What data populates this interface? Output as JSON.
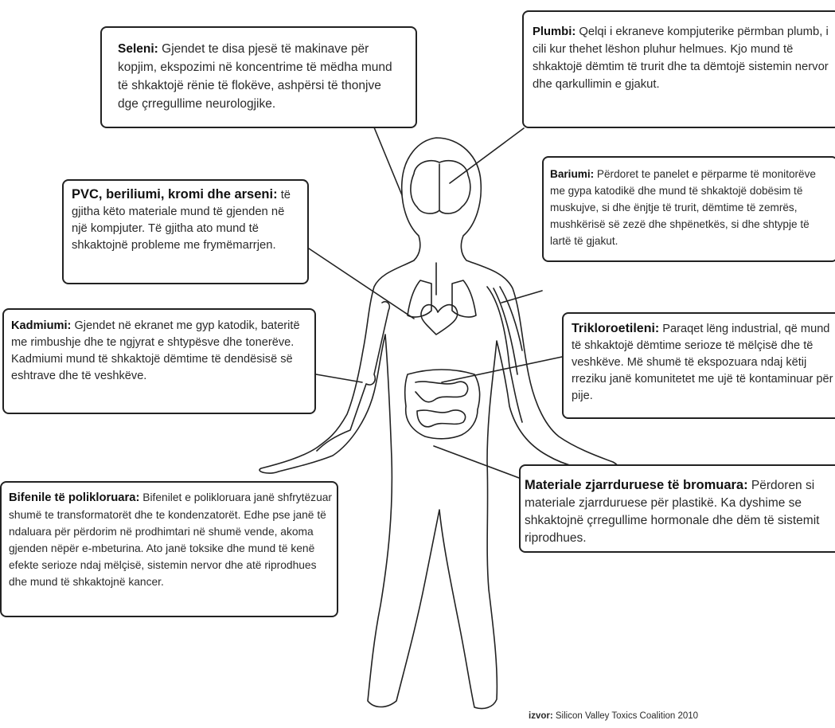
{
  "boxes": {
    "seleni": {
      "heading": "Seleni:",
      "text": " Gjendet te disa pjesë të makinave për kopjim, ekspozimi në koncentrime të mëdha mund të shkaktojë rënie të flokëve, ashpërsi të thonjve dge çrregullime neurologjike."
    },
    "plumbi": {
      "heading": "Plumbi:",
      "text": " Qelqi i ekraneve kompjuterike përmban plumb, i cili kur thehet lëshon pluhur helmues. Kjo mund të shkaktojë dëmtim të trurit dhe ta dëmtojë sistemin nervor dhe qarkullimin e gjakut."
    },
    "bariumi": {
      "heading": "Bariumi:",
      "text": " Përdoret te panelet e përparme të monitorëve me gypa katodikë dhe mund të shkaktojë dobësim të muskujve, si dhe ënjtje të trurit, dëmtime të zemrës, mushkërisë së zezë dhe shpënetkës, si dhe shtypje të lartë të gjakut."
    },
    "pvc": {
      "heading": "PVC, beriliumi, kromi dhe arseni:",
      "text": " të gjitha këto materiale mund të gjenden në një kompjuter. Të gjitha ato mund të shkaktojnë probleme me frymëmarrjen."
    },
    "kadmiumi": {
      "heading": "Kadmiumi:",
      "text": " Gjendet në ekranet me gyp katodik, bateritë me rimbushje dhe te ngjyrat e shtypësve dhe tonerëve. Kadmiumi mund të shkaktojë dëmtime të dendësisë së eshtrave dhe të veshkëve."
    },
    "trikloro": {
      "heading": "Trikloroetileni:",
      "text": " Paraqet lëng industrial, që mund të shkaktojë dëmtime serioze të mëlçisë dhe të veshkëve. Më shumë të ekspozuara ndaj këtij rreziku janë komunitetet me ujë të kontaminuar për pije."
    },
    "bromuara": {
      "heading": "Materiale zjarrduruese të bromuara:",
      "text": " Përdoren si materiale zjarrduruese për plastikë. Ka dyshime se shkaktojnë çrregullime hormonale dhe dëm të sistemit riprodhues."
    },
    "bifenile": {
      "heading": "Bifenile të polikloruara:",
      "text": " Bifenilet e polikloruara janë shfrytëzuar shumë te transformatorët dhe te kondenzatorët. Edhe pse janë të ndaluara për përdorim në prodhimtari në shumë vende, akoma gjenden nëpër e-mbeturina. Ato janë toksike dhe mund të kenë efekte serioze ndaj mëlçisë, sistemin nervor dhe atë riprodhues dhe mund të shkaktojnë kancer."
    }
  },
  "source": {
    "label": "izvor:",
    "text": " Silicon Valley Toxics Coalition 2010"
  }
}
